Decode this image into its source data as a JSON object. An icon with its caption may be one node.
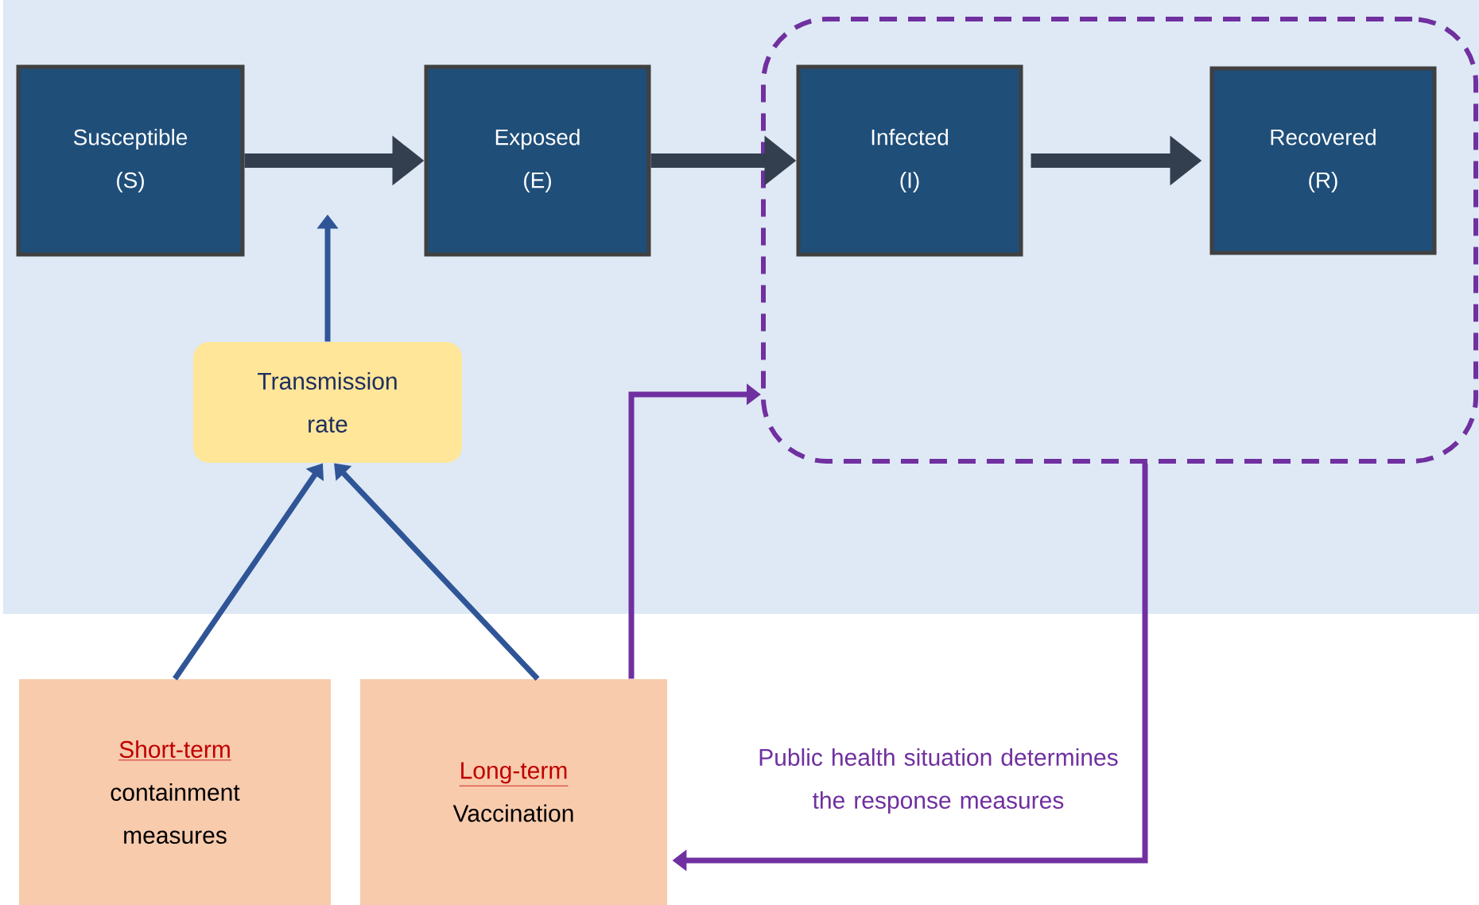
{
  "diagram": {
    "nodes": [
      {
        "text": [
          "Susceptible",
          "(S)"
        ]
      },
      {
        "text": [
          "Exposed",
          "(E)"
        ]
      },
      {
        "text": [],
        "shape": "box"
      },
      {
        "text": [
          "Infected",
          "(I)"
        ],
        "in": 2
      },
      {
        "text": [
          "Recovered",
          "(R)"
        ],
        "in": 2
      },
      {
        "text": [
          "Transmission rate"
        ]
      },
      {
        "text": [
          "Short-term",
          "containment measures"
        ]
      },
      {
        "text": [
          "Long-term",
          "Vaccination"
        ]
      }
    ],
    "edges": [
      {
        "from": 0,
        "to": 1,
        "arrow": "to",
        "style": "thick",
        "color": "#333f4f"
      },
      {
        "from": 1,
        "to": 3,
        "arrow": "to",
        "style": "thick",
        "color": "#333f4f"
      },
      {
        "from": 3,
        "to": 4,
        "arrow": "to",
        "style": "thick",
        "color": "#333f4f"
      },
      {
        "from": 5,
        "to": null,
        "arrow": "to",
        "color": "#2f5597"
      },
      {
        "from": 6,
        "to": 5,
        "arrow": "to",
        "color": "#2f5597"
      },
      {
        "from": 7,
        "to": 5,
        "arrow": "to",
        "color": "#2f5597"
      },
      {
        "from": 7,
        "to": 2,
        "arrow": "to",
        "color": "#7030a0"
      },
      {
        "from": 2,
        "to": 7,
        "arrow": "to",
        "color": "#7030a0",
        "label": "Public health situation determines the response measures"
      }
    ]
  }
}
